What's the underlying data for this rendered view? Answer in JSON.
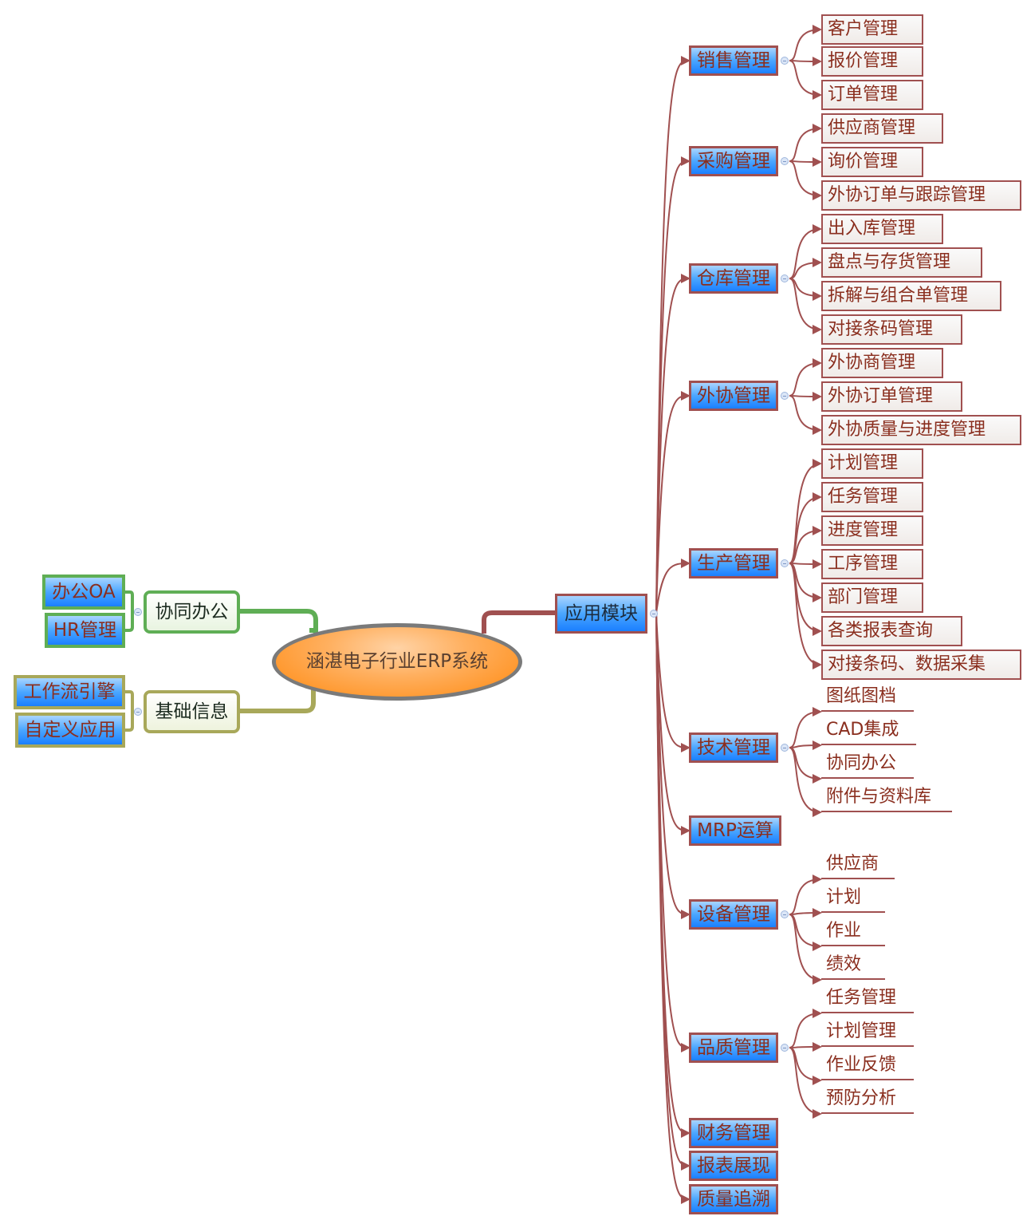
{
  "root": {
    "label": "涵湛电子行业ERP系统"
  },
  "left_branches": [
    {
      "label": "协同办公",
      "color": "#5fae55",
      "children": [
        "办公OA",
        "HR管理"
      ]
    },
    {
      "label": "基础信息",
      "color": "#a8a85a",
      "children": [
        "工作流引擎",
        "自定义应用"
      ]
    }
  ],
  "right_branch": {
    "label": "应用模块",
    "color": "#a05050",
    "modules": [
      {
        "label": "销售管理",
        "leaf_style": "box",
        "children": [
          "客户管理",
          "报价管理",
          "订单管理"
        ]
      },
      {
        "label": "采购管理",
        "leaf_style": "box",
        "children": [
          "供应商管理",
          "询价管理",
          "外协订单与跟踪管理"
        ]
      },
      {
        "label": "仓库管理",
        "leaf_style": "box",
        "children": [
          "出入库管理",
          "盘点与存货管理",
          "拆解与组合单管理",
          "对接条码管理"
        ]
      },
      {
        "label": "外协管理",
        "leaf_style": "box",
        "children": [
          "外协商管理",
          "外协订单管理",
          "外协质量与进度管理"
        ]
      },
      {
        "label": "生产管理",
        "leaf_style": "box",
        "children": [
          "计划管理",
          "任务管理",
          "进度管理",
          "工序管理",
          "部门管理",
          "各类报表查询",
          "对接条码、数据采集"
        ]
      },
      {
        "label": "技术管理",
        "leaf_style": "line",
        "children": [
          "图纸图档",
          "CAD集成",
          "协同办公",
          "附件与资料库"
        ]
      },
      {
        "label": "MRP运算",
        "leaf_style": "line",
        "children": []
      },
      {
        "label": "设备管理",
        "leaf_style": "line",
        "children": [
          "供应商",
          "计划",
          "作业",
          "绩效"
        ]
      },
      {
        "label": "品质管理",
        "leaf_style": "line",
        "children": [
          "任务管理",
          "计划管理",
          "作业反馈",
          "预防分析"
        ]
      },
      {
        "label": "财务管理",
        "leaf_style": "line",
        "children": []
      },
      {
        "label": "报表展现",
        "leaf_style": "line",
        "children": []
      },
      {
        "label": "质量追溯",
        "leaf_style": "line",
        "children": []
      }
    ]
  },
  "colors": {
    "connector": "#a05050",
    "node_text": "#8a2e1e",
    "root_fill": "#ff8a10",
    "root_border": "#7a7a7a"
  }
}
